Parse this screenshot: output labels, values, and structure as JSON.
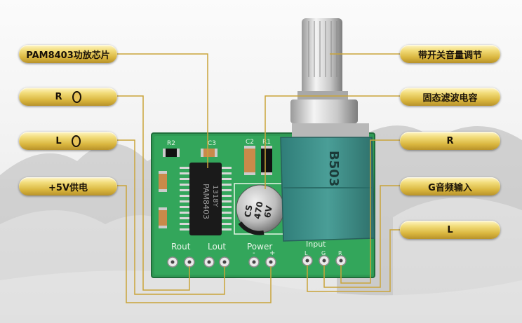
{
  "callouts": {
    "pam8403": "PAM8403功放芯片",
    "r_left": "R",
    "l_left": "L",
    "power_5v": "+5V供电",
    "volume": "带开关音量调节",
    "capacitor": "固态滤波电容",
    "r_right": "R",
    "g_input": "G音频输入",
    "l_right": "L"
  },
  "board": {
    "chip_text": "PAM8403",
    "chip_code": "1318Y",
    "pot_code": "B503",
    "cap_brand": "CS",
    "cap_value": "470",
    "cap_voltage": "6V",
    "label_rout": "Rout",
    "label_lout": "Lout",
    "label_power": "Power",
    "label_input": "Input",
    "ref_r2": "R2",
    "ref_c3": "C3",
    "ref_c2": "C2",
    "ref_r1": "R1",
    "pin_l": "L",
    "pin_g": "G",
    "pin_r": "R",
    "minus": "-",
    "plus": "+"
  },
  "colors": {
    "pcb": "#2f9a54",
    "pot_body": "#3f8f8a",
    "pill_gold": "#e0c050",
    "line_gold": "#c9a43a"
  }
}
